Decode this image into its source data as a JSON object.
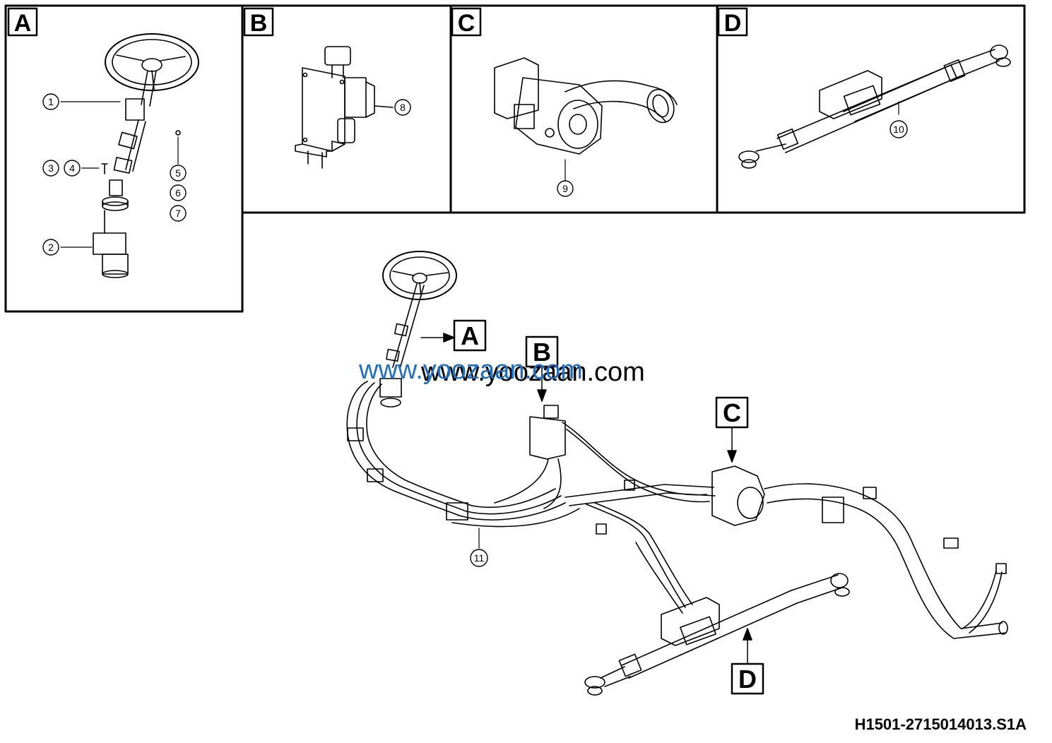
{
  "panels": {
    "a": {
      "label": "A"
    },
    "b": {
      "label": "B"
    },
    "c": {
      "label": "C"
    },
    "d": {
      "label": "D"
    }
  },
  "callouts": {
    "c1": "1",
    "c2": "2",
    "c3": "3",
    "c4": "4",
    "c5": "5",
    "c6": "6",
    "c7": "7",
    "c8": "8",
    "c9": "9",
    "c10": "10",
    "c11": "11"
  },
  "overview_labels": {
    "a": "A",
    "b": "B",
    "c": "C",
    "d": "D"
  },
  "watermarks": {
    "blue": "www.yoozaan.com",
    "black": "www.yoozaan.com"
  },
  "colors": {
    "ink": "#000000",
    "watermark_blue": "#1f6fc5"
  },
  "document_id": "H1501-2715014013.S1A"
}
